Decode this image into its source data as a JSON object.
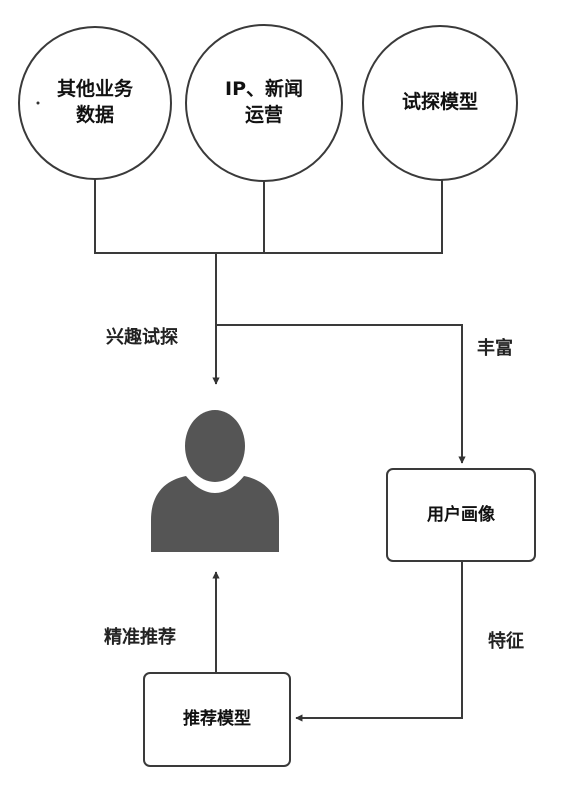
{
  "nodes": {
    "data_circle": "其他业务\n数据",
    "ip_circle": "IP、新闻\n运营",
    "model_circle": "试探模型",
    "profile_box": "用户画像",
    "rec_box": "推荐模型"
  },
  "edges": {
    "interest": "兴趣试探",
    "enrich": "丰富",
    "feature": "特征",
    "precise": "精准推荐"
  },
  "user": {
    "icon": "person-icon"
  },
  "colors": {
    "stroke": "#3a3a3a",
    "user": "#555555"
  }
}
